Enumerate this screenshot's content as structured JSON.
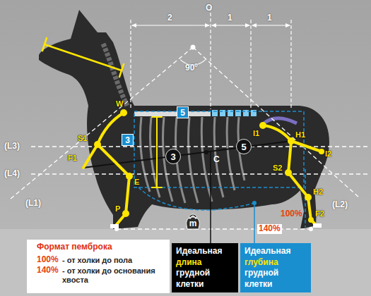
{
  "diagram": {
    "nodes": [
      {
        "text": [
          "5"
        ]
      },
      {
        "text": [
          "3"
        ]
      },
      {
        "text": [
          "3"
        ]
      },
      {
        "text": [
          "5"
        ]
      },
      {
        "text": [
          "m"
        ]
      },
      {
        "text": [
          "Идеальная длина грудной клетки"
        ]
      },
      {
        "text": [
          "Идеальная глубина грудной клетки"
        ]
      }
    ],
    "labels": [
      "O",
      "2",
      "1",
      "1",
      "90º",
      "W",
      "S1",
      "F1",
      "E",
      "P",
      "I1",
      "H1",
      "I2",
      "S2",
      "H2",
      "F2",
      "C",
      "(L3)",
      "(L4)",
      "(L1)",
      "(L2)",
      "100%",
      "140%",
      "Формат пемброка",
      "100%",
      "- от холки до пола",
      "140%",
      "- от холки до основания хвоста"
    ]
  }
}
